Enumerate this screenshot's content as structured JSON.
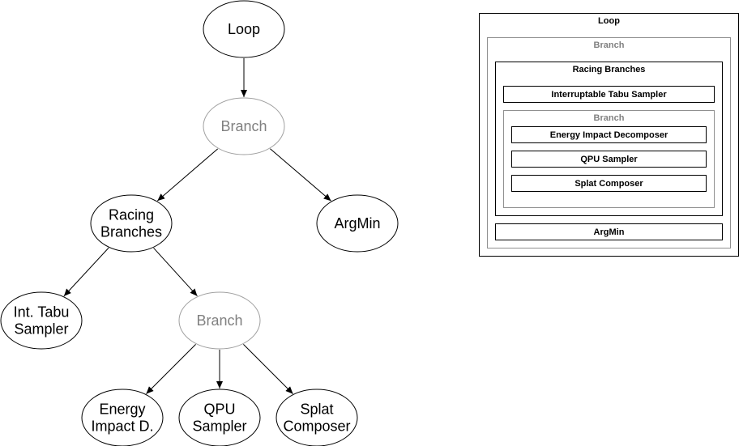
{
  "tree": {
    "nodes": {
      "loop": {
        "lines": [
          "Loop"
        ],
        "muted": false
      },
      "branch_top": {
        "lines": [
          "Branch"
        ],
        "muted": true
      },
      "racing": {
        "lines": [
          "Racing",
          "Branches"
        ],
        "muted": false
      },
      "argmin": {
        "lines": [
          "ArgMin"
        ],
        "muted": false
      },
      "int_tabu": {
        "lines": [
          "Int. Tabu",
          "Sampler"
        ],
        "muted": false
      },
      "branch_inner": {
        "lines": [
          "Branch"
        ],
        "muted": true
      },
      "energy": {
        "lines": [
          "Energy",
          "Impact D."
        ],
        "muted": false
      },
      "qpu": {
        "lines": [
          "QPU",
          "Sampler"
        ],
        "muted": false
      },
      "splat": {
        "lines": [
          "Splat",
          "Composer"
        ],
        "muted": false
      }
    },
    "edges": [
      [
        "loop",
        "branch_top"
      ],
      [
        "branch_top",
        "racing"
      ],
      [
        "branch_top",
        "argmin"
      ],
      [
        "racing",
        "int_tabu"
      ],
      [
        "racing",
        "branch_inner"
      ],
      [
        "branch_inner",
        "energy"
      ],
      [
        "branch_inner",
        "qpu"
      ],
      [
        "branch_inner",
        "splat"
      ]
    ]
  },
  "nested": {
    "loop": "Loop",
    "branch_outer": "Branch",
    "racing": "Racing Branches",
    "interruptable_tabu": "Interruptable Tabu Sampler",
    "branch_inner": "Branch",
    "energy_impact": "Energy Impact Decomposer",
    "qpu_sampler": "QPU Sampler",
    "splat_composer": "Splat Composer",
    "argmin": "ArgMin"
  },
  "colors": {
    "stroke": "#000000",
    "muted_stroke": "#a0a0a0",
    "muted_text": "#808080"
  }
}
